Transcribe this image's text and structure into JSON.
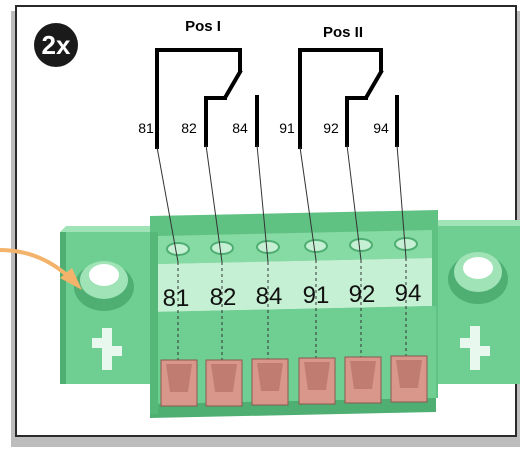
{
  "badge": {
    "label": "2x"
  },
  "switches": [
    {
      "label": "Pos I"
    },
    {
      "label": "Pos II"
    }
  ],
  "contact_labels": [
    "81",
    "82",
    "84",
    "91",
    "92",
    "94"
  ],
  "terminal_labels": [
    "81",
    "82",
    "84",
    "91",
    "92",
    "94"
  ],
  "colors": {
    "connector_green": "#6fcf92",
    "connector_dark": "#4fae72",
    "connector_light": "#9fe3b7",
    "terminal_pink": "#d9968a",
    "arrow_orange": "#f3b36a",
    "badge_bg": "#1a1a1a"
  }
}
